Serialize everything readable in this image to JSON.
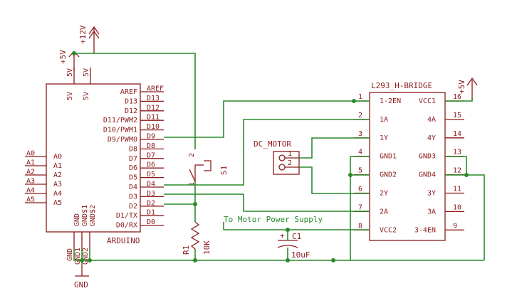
{
  "supply": {
    "v5_left": "+5V",
    "v12": "+12V",
    "v5_right": "+5V",
    "gnd": "GND"
  },
  "arduino": {
    "name": "ARDUINO",
    "top_pins": [
      "5V",
      "5V"
    ],
    "inner_top": [
      "5V",
      "5V"
    ],
    "right_pins": [
      "AREF",
      "D13",
      "D12",
      "D11/PWM2",
      "D10/PWM1",
      "D9/PWM0",
      "D8",
      "D7",
      "D6",
      "D5",
      "D4",
      "D3",
      "D2",
      "D1/TX",
      "D0/RX"
    ],
    "right_nets": [
      "AREF",
      "D13",
      "D12",
      "D11",
      "D10",
      "D9",
      "D8",
      "D7",
      "D6",
      "D5",
      "D4",
      "D3",
      "D2",
      "D1",
      "D0"
    ],
    "left_pins": [
      "A0",
      "A1",
      "A2",
      "A3",
      "A4",
      "A5"
    ],
    "left_nets": [
      "A0",
      "A1",
      "A2",
      "A3",
      "A4",
      "A5"
    ],
    "bottom_pins": [
      "GND",
      "GND$1",
      "GND$2"
    ],
    "bottom_outer": [
      "GND",
      "GND1",
      "GND2"
    ]
  },
  "hbridge": {
    "name": "L293_H-BRIDGE",
    "left_names": [
      "1-2EN",
      "1A",
      "1Y",
      "GND1",
      "GND2",
      "2Y",
      "2A",
      "VCC2"
    ],
    "left_nums": [
      "1",
      "2",
      "3",
      "4",
      "5",
      "6",
      "7",
      "8"
    ],
    "right_names": [
      "VCC1",
      "4A",
      "4Y",
      "GND3",
      "GND4",
      "3Y",
      "3A",
      "3-4EN"
    ],
    "right_nums": [
      "16",
      "15",
      "14",
      "13",
      "12",
      "11",
      "10",
      "9"
    ]
  },
  "motor": {
    "name": "DC_MOTOR",
    "pin1": "1",
    "pin2": "2"
  },
  "switch": {
    "name": "S1",
    "pin1": "1",
    "pin2": "2"
  },
  "resistor": {
    "name": "R1",
    "value": "10K"
  },
  "cap": {
    "name": "C1",
    "value": "10uF",
    "plus": "+"
  },
  "note": "To Motor Power Supply"
}
